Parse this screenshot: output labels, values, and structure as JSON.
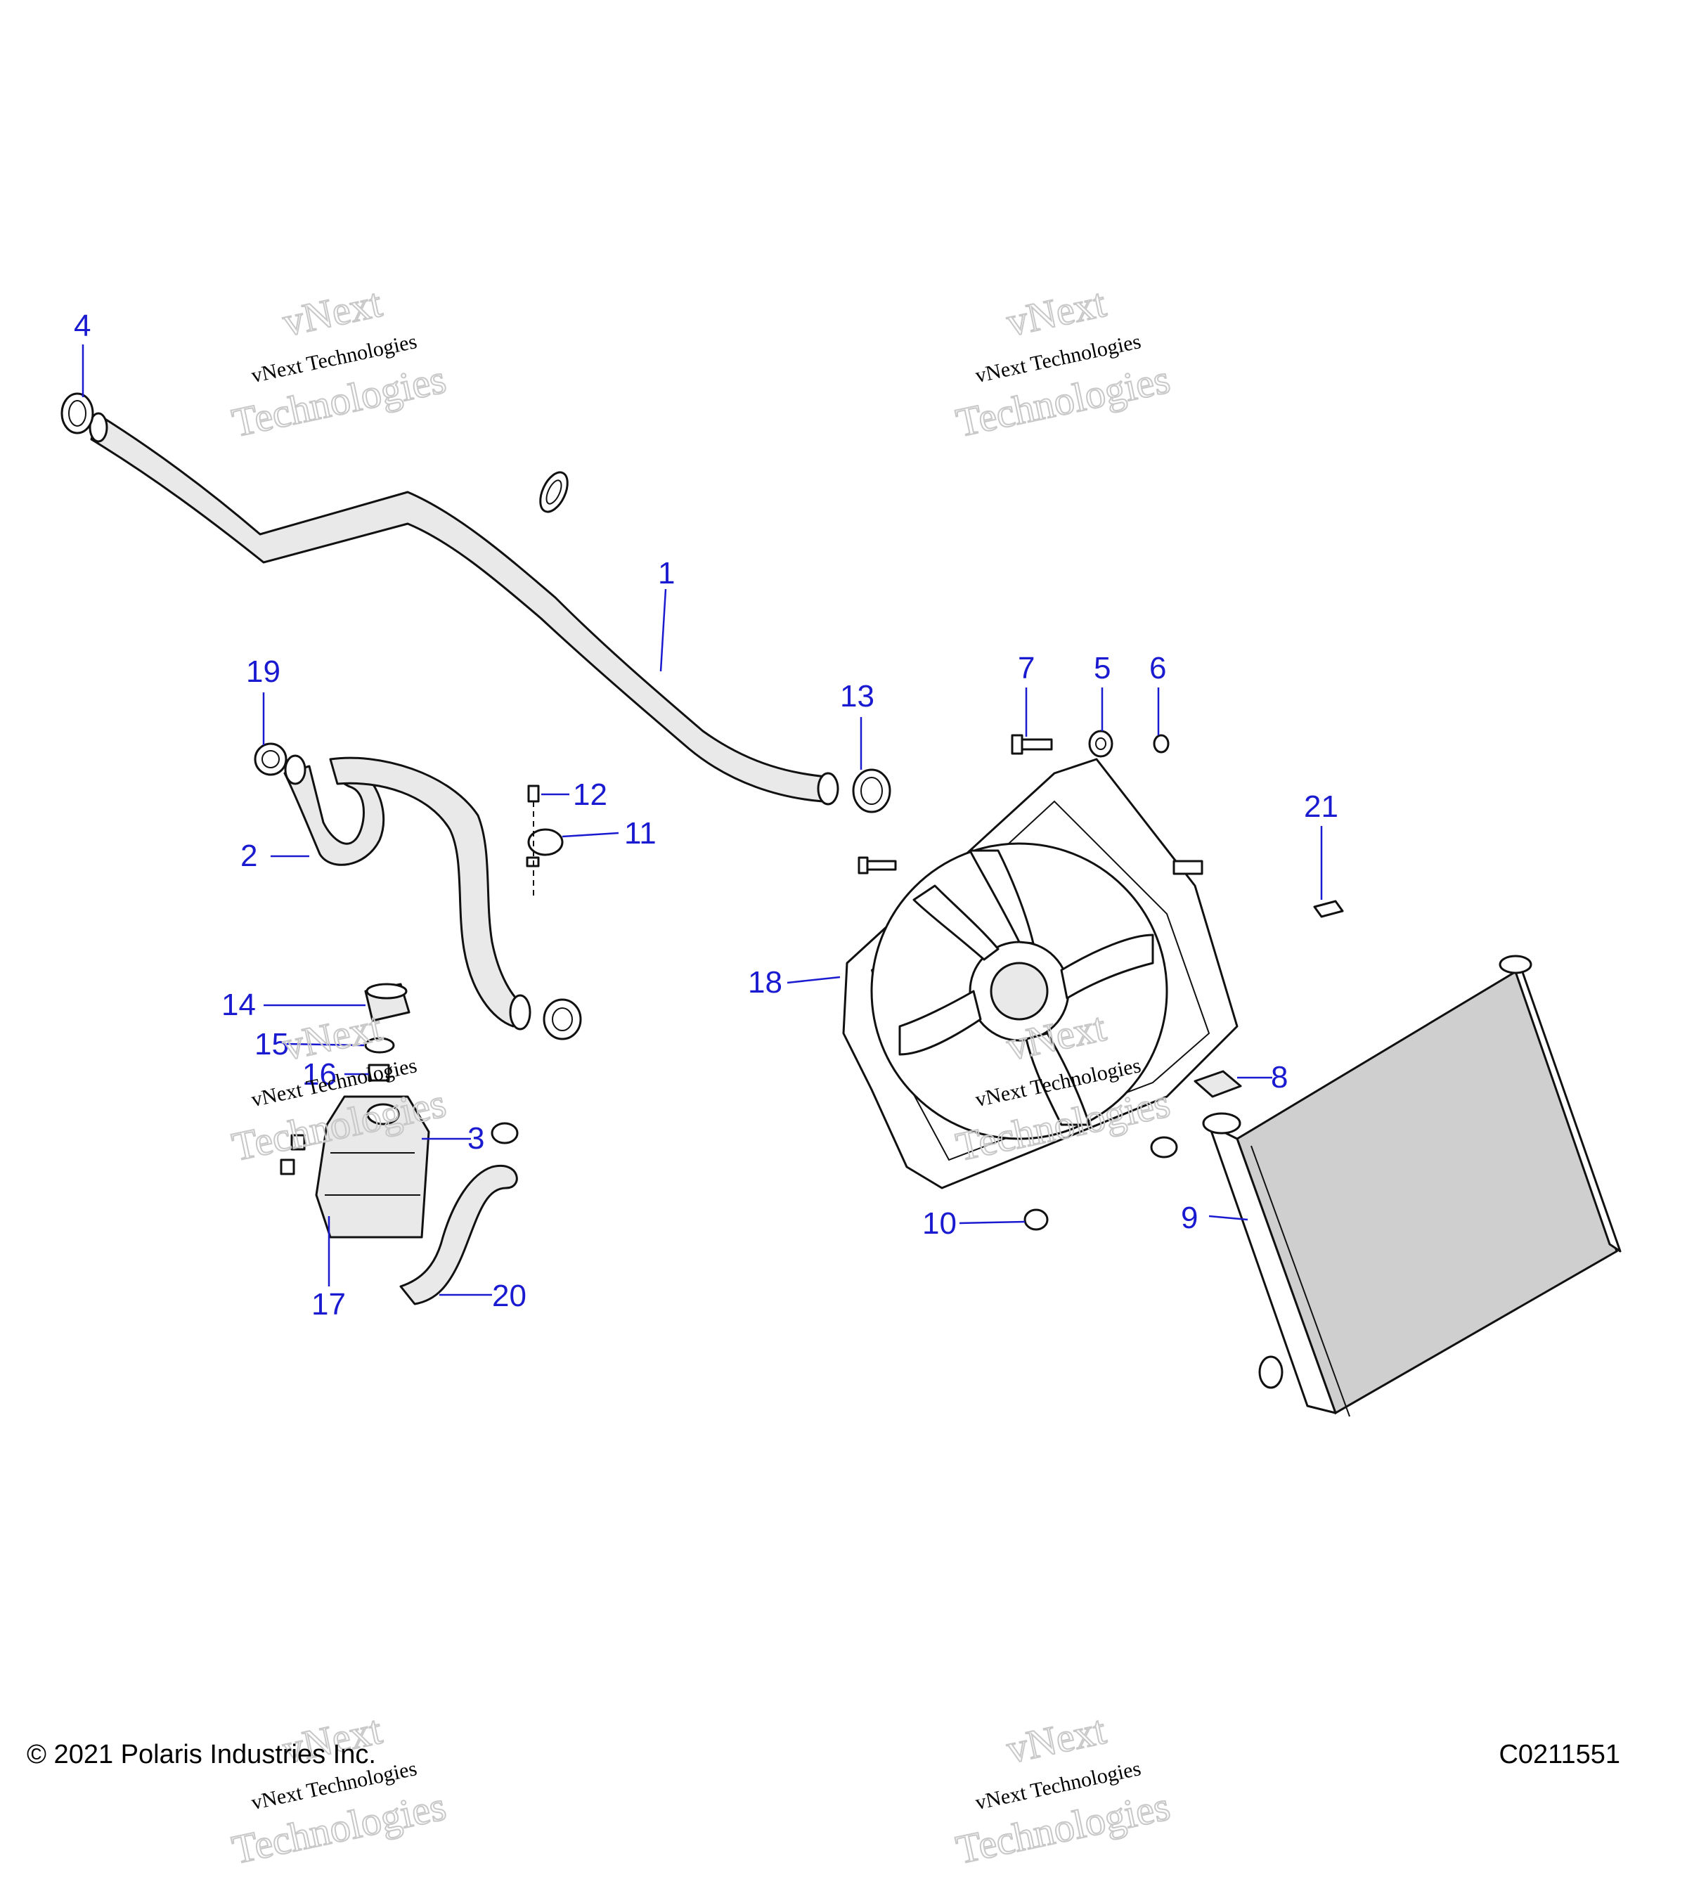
{
  "callouts": {
    "c1": "1",
    "c2": "2",
    "c3": "3",
    "c4": "4",
    "c5": "5",
    "c6": "6",
    "c7": "7",
    "c8": "8",
    "c9": "9",
    "c10": "10",
    "c11": "11",
    "c12": "12",
    "c13": "13",
    "c14": "14",
    "c15": "15",
    "c16": "16",
    "c17": "17",
    "c18": "18",
    "c19": "19",
    "c20": "20",
    "c21": "21"
  },
  "footer": {
    "copyright": "© 2021 Polaris Industries Inc.",
    "diagram_code": "C0211551"
  },
  "watermark": {
    "line1": "vNext",
    "line2": "vNext Technologies",
    "line3": "Technologies"
  },
  "colors": {
    "callout": "#1a1ad0",
    "part_fill": "#e9e9e9",
    "outline": "#111111",
    "watermark": "#c8c8c8"
  }
}
